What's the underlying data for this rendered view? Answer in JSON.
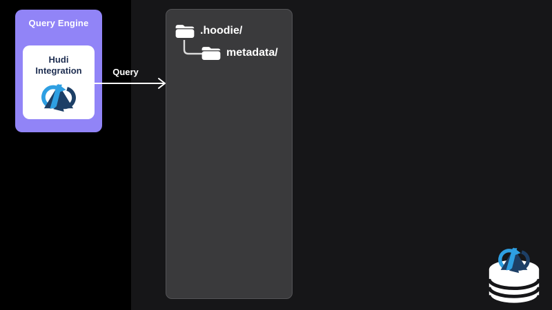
{
  "query_engine": {
    "title": "Query Engine",
    "card_label": "Hudi Integration"
  },
  "flow": {
    "arrow_label": "Query"
  },
  "storage": {
    "folders": [
      {
        "name": ".hoodie/"
      },
      {
        "name": "metadata/"
      }
    ]
  },
  "icons": {
    "hudi_logo": "hudi-logo (dark navy triangle, light blue stripe, circular arrows)",
    "folder": "white filled folder icon",
    "database": "white stacked-disc database cylinder with hudi logo"
  },
  "colors": {
    "left_strip_bg": "#000000",
    "canvas_bg": "#161618",
    "panel_bg": "#3a3a3c",
    "panel_border": "#545457",
    "engine_bg": "#9184f7",
    "card_bg": "#ffffff",
    "navy_text": "#1d2d50",
    "hudi_light_blue": "#2e9fe2",
    "hudi_navy": "#1d3f66",
    "text_white": "#ffffff"
  }
}
